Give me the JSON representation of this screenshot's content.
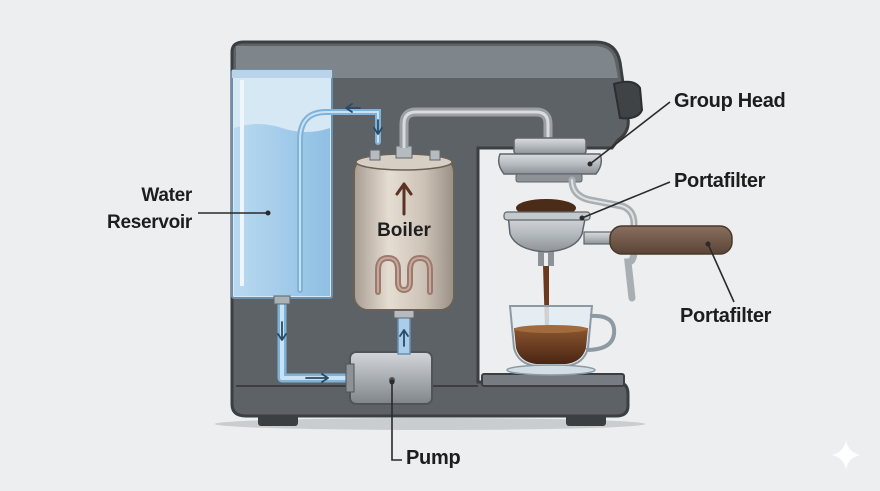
{
  "labels": {
    "water_reservoir_line1": "Water",
    "water_reservoir_line2": "Reservoir",
    "boiler": "Boiler",
    "group_head": "Group Head",
    "portafilter_top": "Portafilter",
    "portafilter_bottom": "Portafilter",
    "pump": "Pump"
  },
  "colors": {
    "background": "#eceeef",
    "machine_body": "#5d6266",
    "machine_outline": "#3b3f42",
    "water": "#a9cdeb",
    "pipe_water": "#9ccbea",
    "boiler_metal": "#c9bfb3",
    "heating_element": "#9a7a6e",
    "coffee": "#6b3a1e",
    "handle_wood": "#6e5546"
  },
  "icons": {
    "watermark": "sparkle-icon",
    "boiler_flow": "up-arrow-icon",
    "pipe_flow": "flow-arrow-icon"
  }
}
